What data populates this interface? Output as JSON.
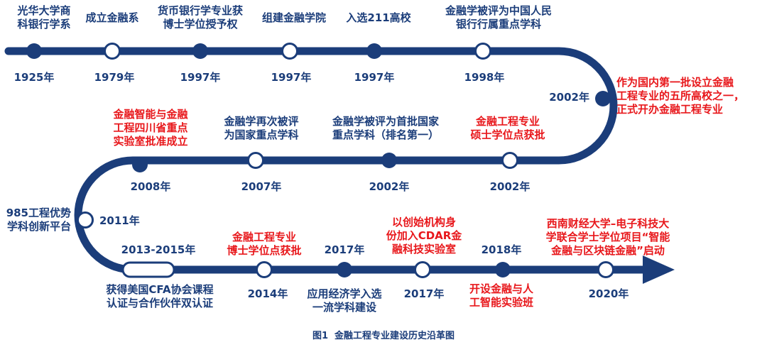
{
  "colors": {
    "line": "#1b3d7a",
    "event_blue": "#1b3d7a",
    "event_red": "#e8171b",
    "hollow_fill": "#ffffff"
  },
  "events": [
    {
      "id": "e1925",
      "year": "1925年",
      "text": "光华大学商\n科银行学系",
      "color": "blue",
      "marker": "filled"
    },
    {
      "id": "e1979",
      "year": "1979年",
      "text": "成立金融系",
      "color": "blue",
      "marker": "hollow"
    },
    {
      "id": "e1997a",
      "year": "1997年",
      "text": "货币银行学专业获\n博士学位授予权",
      "color": "blue",
      "marker": "filled"
    },
    {
      "id": "e1997b",
      "year": "1997年",
      "text": "组建金融学院",
      "color": "blue",
      "marker": "hollow"
    },
    {
      "id": "e1997c",
      "year": "1997年",
      "text": "入选211高校",
      "color": "blue",
      "marker": "filled"
    },
    {
      "id": "e1998",
      "year": "1998年",
      "text": "金融学被评为中国人民\n银行行属重点学科",
      "color": "blue",
      "marker": "hollow"
    },
    {
      "id": "e2002a",
      "year": "2002年",
      "text": "作为国内第一批设立金融\n工程专业的五所高校之一，\n正式开办金融工程专业",
      "color": "red",
      "marker": "filled"
    },
    {
      "id": "e2002b",
      "year": "2002年",
      "text": "金融工程专业\n硕士学位点获批",
      "color": "red",
      "marker": "hollow"
    },
    {
      "id": "e2002c",
      "year": "2002年",
      "text": "金融学被评为首批国家\n重点学科（排名第一）",
      "color": "blue",
      "marker": "filled"
    },
    {
      "id": "e2007",
      "year": "2007年",
      "text": "金融学再次被评\n为国家重点学科",
      "color": "blue",
      "marker": "hollow"
    },
    {
      "id": "e2008",
      "year": "2008年",
      "text": "金融智能与金融\n工程四川省重点\n实验室批准成立",
      "color": "red",
      "marker": "filled"
    },
    {
      "id": "e2011",
      "year": "2011年",
      "text": "985工程优势\n学科创新平台",
      "color": "blue",
      "marker": "hollow"
    },
    {
      "id": "e2013",
      "year": "2013-2015年",
      "text": "获得美国CFA协会课程\n认证与合作伙伴双认证",
      "color": "blue",
      "marker": "pill"
    },
    {
      "id": "e2014",
      "year": "2014年",
      "text": "金融工程专业\n博士学位点获批",
      "color": "red",
      "marker": "hollow"
    },
    {
      "id": "e2017a",
      "year": "2017年",
      "text": "应用经济学入选\n一流学科建设",
      "color": "blue",
      "marker": "filled"
    },
    {
      "id": "e2017b",
      "year": "2017年",
      "text": "以创始机构身\n份加入CDAR金\n融科技实验室",
      "color": "red",
      "marker": "hollow"
    },
    {
      "id": "e2018",
      "year": "2018年",
      "text": "开设金融与人\n工智能实验班",
      "color": "red",
      "marker": "filled"
    },
    {
      "id": "e2020",
      "year": "2020年",
      "text": "西南财经大学–电子科技大\n学联合学士学位项目“智能\n金融与区块链金融”启动",
      "color": "red",
      "marker": "hollow"
    }
  ],
  "caption": "图1  金融工程专业建设历史沿革图"
}
